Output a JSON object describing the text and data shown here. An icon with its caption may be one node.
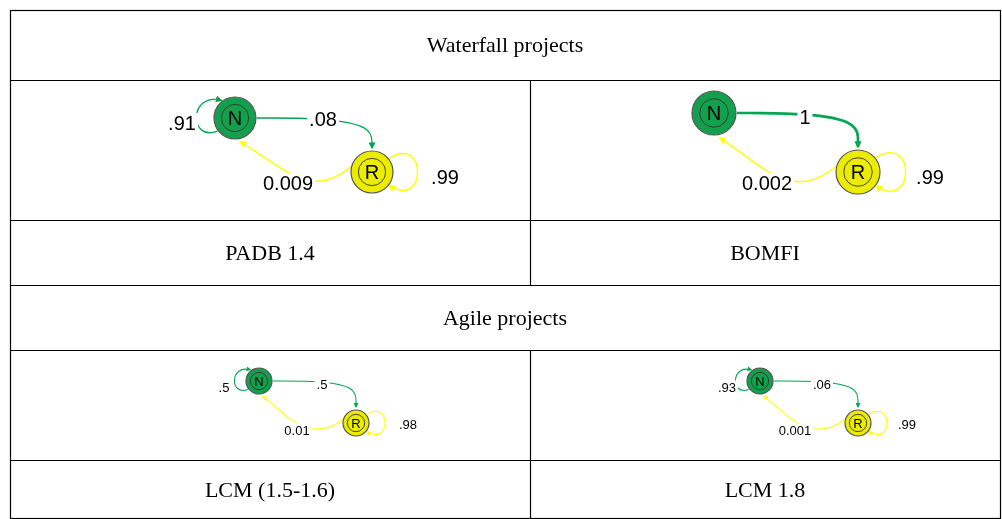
{
  "diagram": {
    "nodes": [
      {
        "text": [
          "N"
        ]
      },
      {
        "text": [
          "R"
        ]
      },
      {
        "text": [
          "N"
        ]
      },
      {
        "text": [
          "R"
        ]
      },
      {
        "text": [
          "N"
        ]
      },
      {
        "text": [
          "R"
        ]
      },
      {
        "text": [
          "N"
        ]
      },
      {
        "text": [
          "R"
        ]
      }
    ],
    "edges": [
      {
        "from": 0,
        "to": 0,
        "arrow": "to",
        "label": ".91",
        "color": "#00a651"
      },
      {
        "from": 0,
        "to": 1,
        "arrow": "to",
        "label": ".08",
        "color": "#00a651"
      },
      {
        "from": 1,
        "to": 0,
        "arrow": "to",
        "label": "0.009",
        "color": "#ffff00"
      },
      {
        "from": 1,
        "to": 1,
        "arrow": "to",
        "label": ".99",
        "color": "#ffff00"
      },
      {
        "from": 2,
        "to": 3,
        "arrow": "to",
        "label": "1",
        "color": "#00a651",
        "style": "thick"
      },
      {
        "from": 3,
        "to": 2,
        "arrow": "to",
        "label": "0.002",
        "color": "#ffff00"
      },
      {
        "from": 3,
        "to": 3,
        "arrow": "to",
        "label": ".99",
        "color": "#ffff00"
      },
      {
        "from": 4,
        "to": 4,
        "arrow": "to",
        "label": ".5",
        "color": "#00a651"
      },
      {
        "from": 4,
        "to": 5,
        "arrow": "to",
        "label": ".5",
        "color": "#00a651"
      },
      {
        "from": 5,
        "to": 4,
        "arrow": "to",
        "label": "0.01",
        "color": "#ffff00"
      },
      {
        "from": 5,
        "to": 5,
        "arrow": "to",
        "label": ".98",
        "color": "#ffff00"
      },
      {
        "from": 6,
        "to": 6,
        "arrow": "to",
        "label": ".93",
        "color": "#00a651"
      },
      {
        "from": 6,
        "to": 7,
        "arrow": "to",
        "label": ".06",
        "color": "#00a651"
      },
      {
        "from": 7,
        "to": 6,
        "arrow": "to",
        "label": "0.001",
        "color": "#ffff00"
      },
      {
        "from": 7,
        "to": 7,
        "arrow": "to",
        "label": ".99",
        "color": "#ffff00"
      }
    ],
    "labels": [
      "Waterfall projects",
      "PADB 1.4",
      "BOMFI",
      "Agile projects",
      "LCM (1.5-1.6)",
      "LCM 1.8"
    ]
  }
}
